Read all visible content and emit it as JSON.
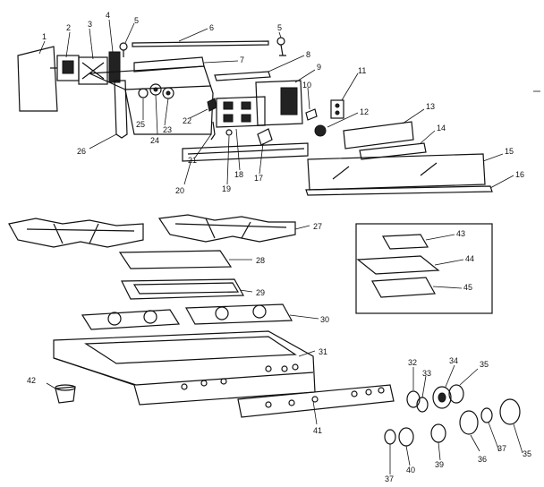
{
  "labels": [
    "1",
    "2",
    "3",
    "4",
    "5",
    "6",
    "5",
    "7",
    "8",
    "9",
    "10",
    "11",
    "12",
    "13",
    "14",
    "15",
    "16",
    "17",
    "18",
    "19",
    "20",
    "21",
    "22",
    "23",
    "24",
    "25",
    "26",
    "27",
    "28",
    "29",
    "30",
    "31",
    "32",
    "33",
    "34",
    "35",
    "35",
    "36",
    "37",
    "37",
    "39",
    "40",
    "41",
    "42",
    "43",
    "44",
    "45"
  ]
}
